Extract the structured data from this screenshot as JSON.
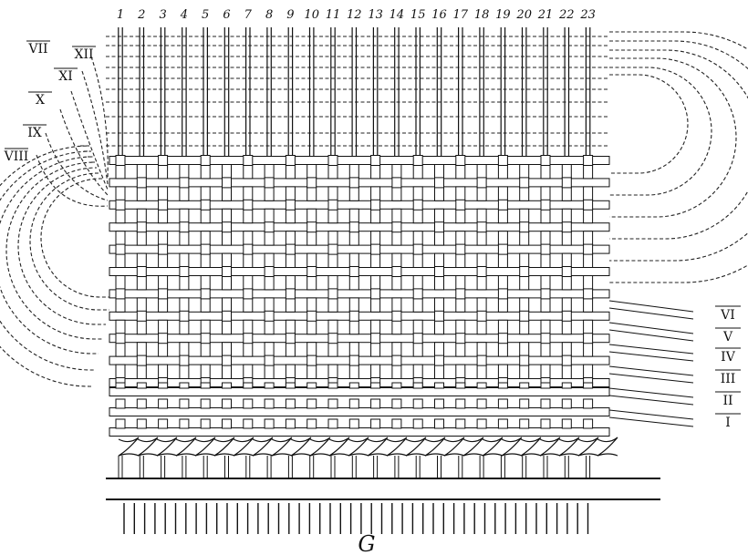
{
  "figure": {
    "warp_numbers": [
      "1",
      "2",
      "3",
      "4",
      "5",
      "6",
      "7",
      "8",
      "9",
      "10",
      "11",
      "12",
      "13",
      "14",
      "15",
      "16",
      "17",
      "18",
      "19",
      "20",
      "21",
      "22",
      "23"
    ],
    "weft_labels_right": [
      "VI",
      "V",
      "IV",
      "III",
      "II",
      "I"
    ],
    "weft_labels_left": [
      "VII",
      "XII",
      "XI",
      "X",
      "IX",
      "VIII"
    ],
    "figure_letter": "G"
  }
}
